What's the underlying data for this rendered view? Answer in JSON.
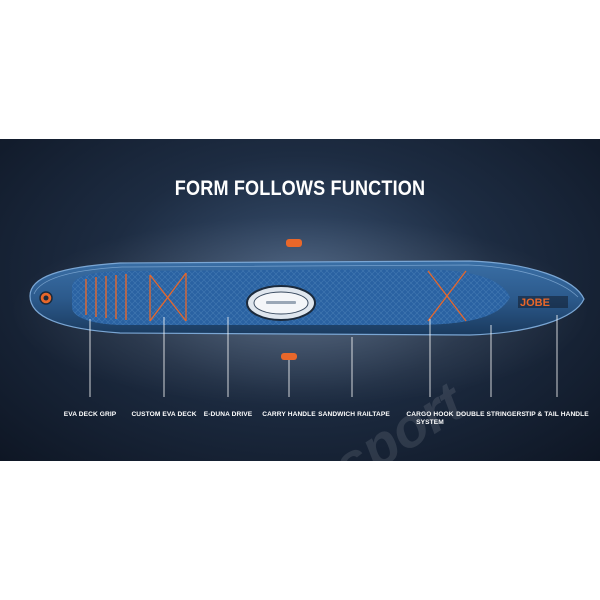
{
  "headline": "FORM FOLLOWS FUNCTION",
  "brand_logo": "JOBE",
  "watermark": "Motosport",
  "colors": {
    "background_dark": "#0e1624",
    "board_blue": "#2c5a8c",
    "accent_orange": "#e8672a"
  },
  "labels": [
    {
      "line1": "EVA DECK GRIP",
      "line2": ""
    },
    {
      "line1": "CUSTOM EVA DECK",
      "line2": ""
    },
    {
      "line1": "E-DUNA DRIVE",
      "line2": ""
    },
    {
      "line1": "CARRY HANDLE",
      "line2": ""
    },
    {
      "line1": "SANDWICH RAILTAPE",
      "line2": ""
    },
    {
      "line1": "CARGO HOOK",
      "line2": "SYSTEM"
    },
    {
      "line1": "DOUBLE STRINGERS",
      "line2": ""
    },
    {
      "line1": "TIP & TAIL HANDLE",
      "line2": ""
    }
  ]
}
